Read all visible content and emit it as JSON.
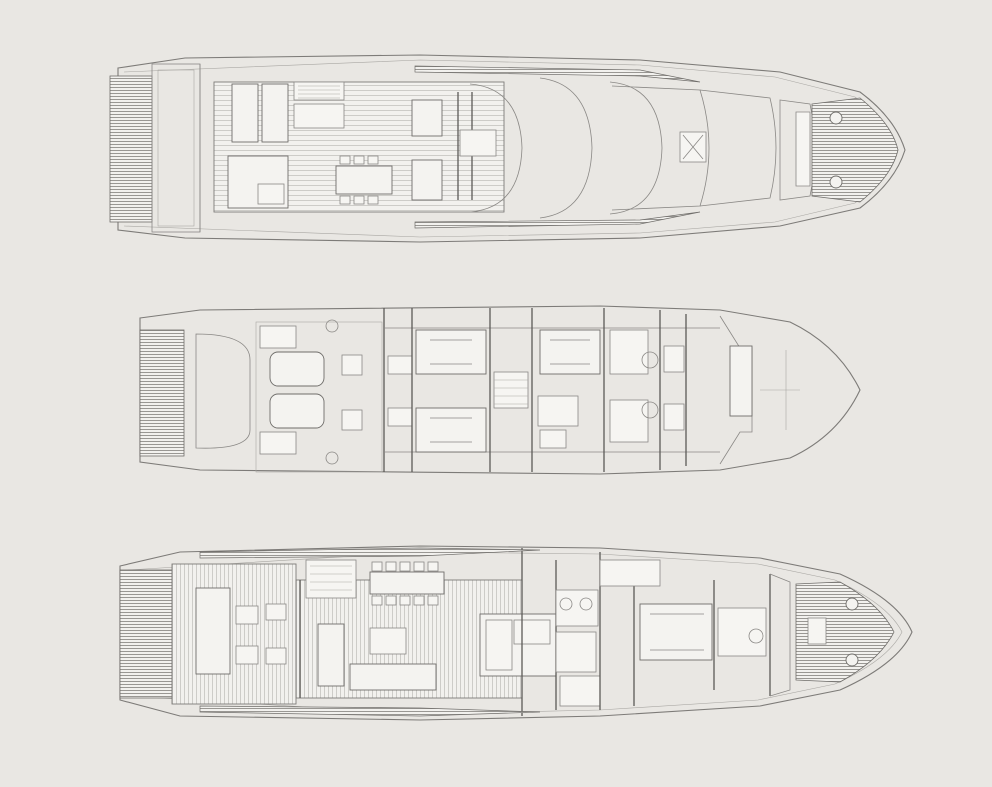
{
  "drawing": {
    "background": "#e9e7e3",
    "hull_fill": "#f0efec",
    "line_color": "#7d7b78",
    "teak_color": "#8f8d89"
  },
  "decks": [
    {
      "id": "flybridge"
    },
    {
      "id": "lower-deck"
    },
    {
      "id": "main-deck"
    }
  ]
}
